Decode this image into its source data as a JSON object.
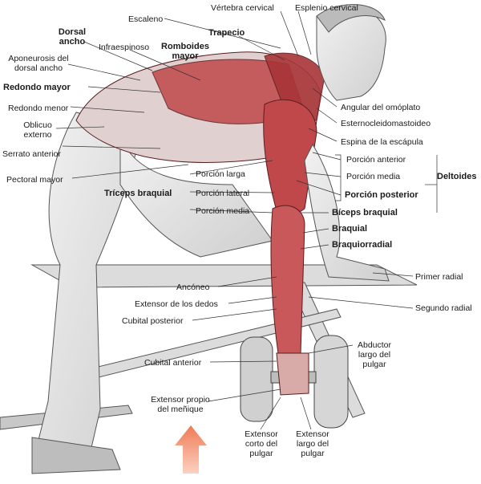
{
  "labels": {
    "vertebra_cervical": "Vértebra cervical",
    "esplenio_cervical": "Esplenio cervical",
    "escaleno": "Escaleno",
    "trapecio": "Trapecio",
    "dorsal_ancho": "Dorsal\nancho",
    "infraespinoso": "Infraespinoso",
    "romboides_mayor": "Romboides\nmayor",
    "aponeurosis": "Aponeurosis del\ndorsal ancho",
    "redondo_mayor": "Redondo mayor",
    "redondo_menor": "Redondo menor",
    "oblicuo_externo": "Oblicuo\nexterno",
    "serrato_anterior": "Serrato anterior",
    "pectoral_mayor": "Pectoral mayor",
    "porcion_larga": "Porción larga",
    "triceps_braquial": "Tríceps braquial",
    "porcion_lateral": "Porción lateral",
    "porcion_media_triceps": "Porción media",
    "angular_omoplato": "Angular del omóplato",
    "esternocleidomastoideo": "Esternocleidomastoideo",
    "espina_escapula": "Espina de la escápula",
    "porcion_anterior": "Porción anterior",
    "porcion_media_deltoides": "Porción media",
    "porcion_posterior": "Porción posterior",
    "deltoides": "Deltoides",
    "biceps_braquial": "Bíceps braquial",
    "braquial": "Braquial",
    "braquiorradial": "Braquiorradial",
    "primer_radial": "Primer radial",
    "anconeo": "Ancóneo",
    "extensor_dedos": "Extensor de los dedos",
    "segundo_radial": "Segundo radial",
    "cubital_posterior": "Cubital posterior",
    "abductor": "Abductor\nlargo del\npulgar",
    "cubital_anterior": "Cubital anterior",
    "extensor_menique": "Extensor propio\ndel meñique",
    "extensor_corto": "Extensor\ncorto del\npulgar",
    "extensor_largo": "Extensor\nlargo del\npulgar"
  },
  "colors": {
    "muscle": "#c0474a",
    "muscle_dark": "#8e2a2e",
    "arrow": "#e8734f",
    "skin": "#e7e7e7",
    "line": "#333333"
  }
}
